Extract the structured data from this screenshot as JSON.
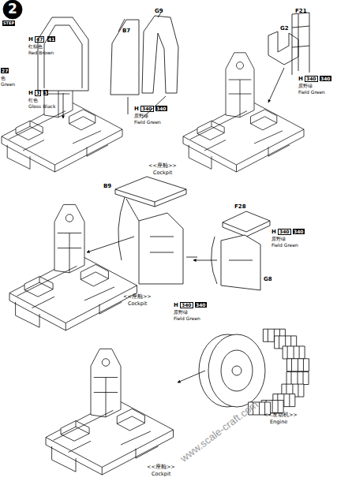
{
  "diagram": {
    "labels": [
      "2",
      "STEP",
      "H",
      "47",
      "41",
      "红棕色",
      "Red Brown",
      "27",
      "色",
      "Green",
      "H",
      "3",
      "3",
      "红色",
      "Gloss Black",
      "G9",
      "B7",
      "F21",
      "G2",
      "H",
      "340",
      "340",
      "原野绿",
      "Field Green",
      "<<座舱>>",
      "Cockpit",
      "H",
      "340",
      "340",
      "原野绿",
      "Field Green",
      "B9",
      "F28",
      "H",
      "340",
      "340",
      "原野绿",
      "Field Green",
      "G8",
      "<<座舱>>",
      "Cockpit",
      "H",
      "340",
      "340",
      "原野绿",
      "Field Green",
      "<<发动机>>",
      "Engine",
      "<<座舱>>",
      "Cockpit",
      "www.scale-craft.com"
    ]
  }
}
